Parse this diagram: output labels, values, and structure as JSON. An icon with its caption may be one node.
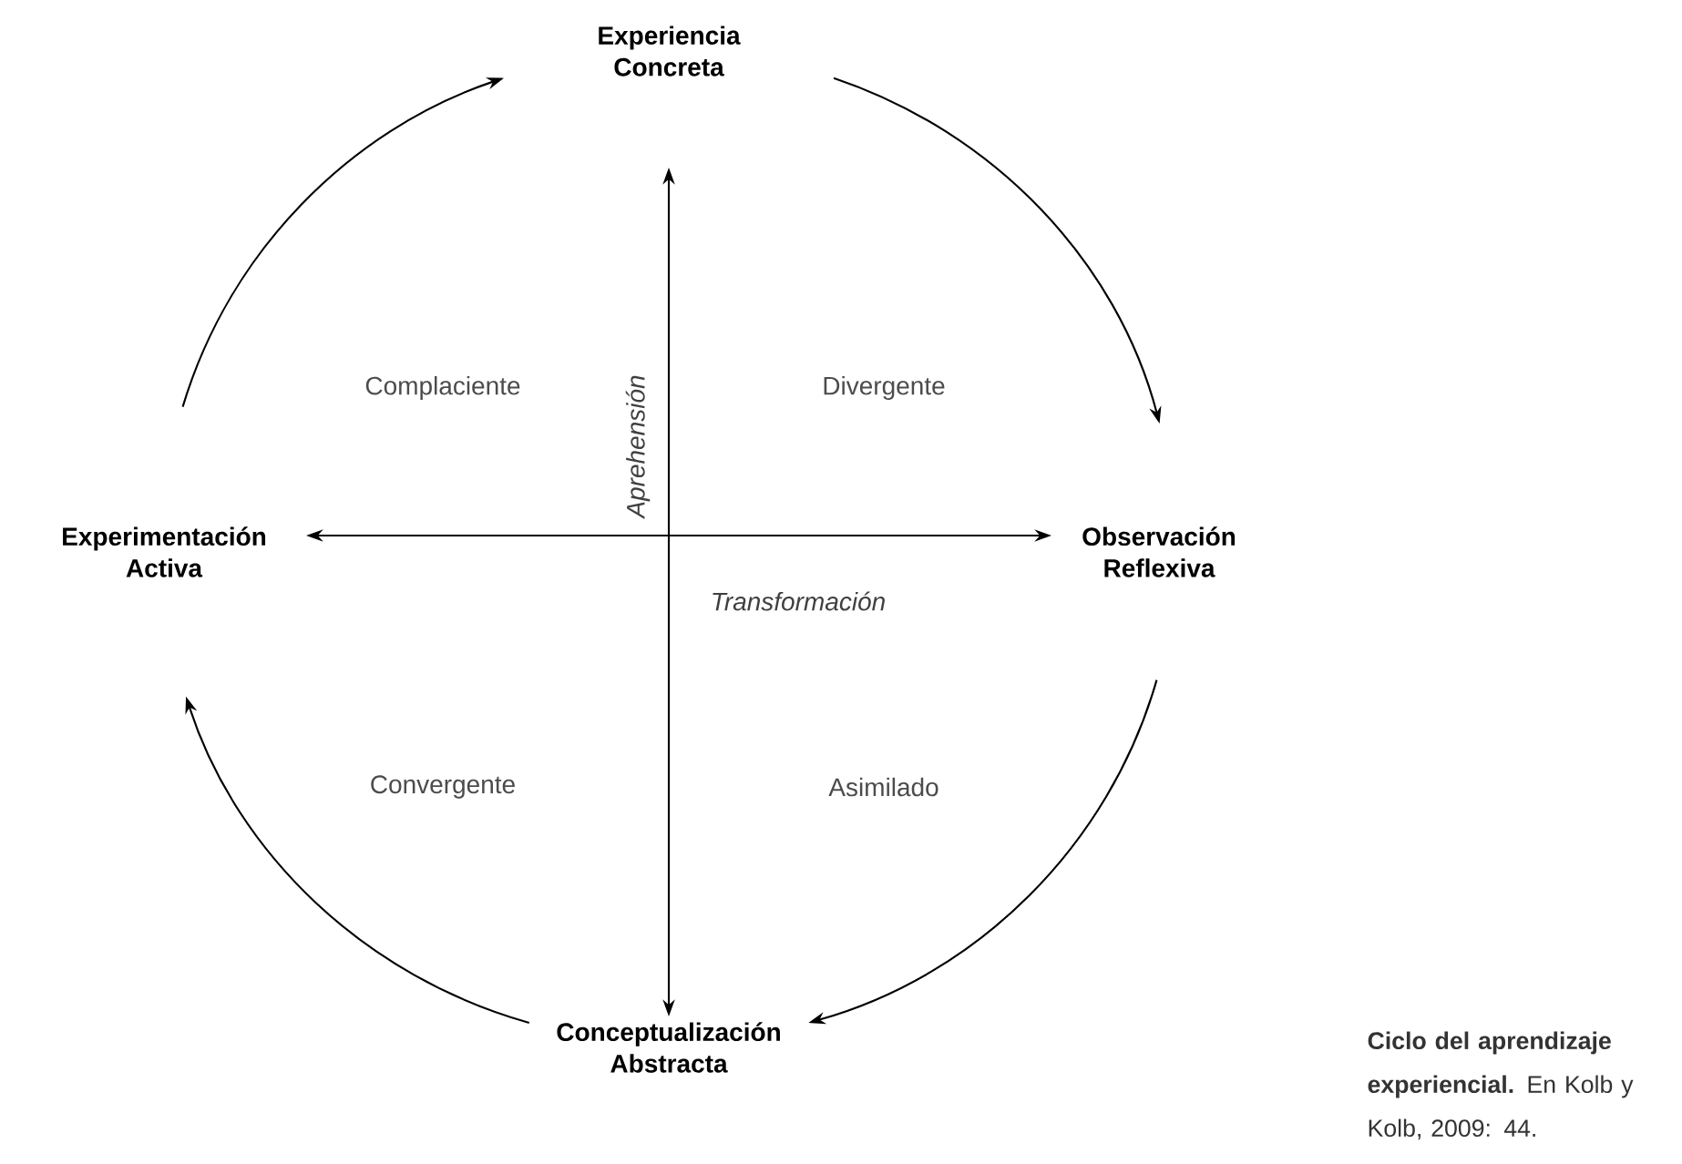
{
  "diagram": {
    "caption": "**Ciclo del aprendizaje experiencial.** En Kolb y Kolb, 2009: 44.",
    "nodes": [
      {
        "text": [
          "Experiencia Concreta"
        ]
      },
      {
        "text": [
          "Observación Reflexiva"
        ]
      },
      {
        "text": [
          "Conceptualización Abstracta"
        ]
      },
      {
        "text": [
          "Experimentación Activa"
        ]
      }
    ],
    "edges": [
      {
        "from": 0,
        "to": 1,
        "arrow": "to"
      },
      {
        "from": 1,
        "to": 2,
        "arrow": "to"
      },
      {
        "from": 2,
        "to": 3,
        "arrow": "to"
      },
      {
        "from": 3,
        "to": 0,
        "arrow": "to"
      },
      {
        "from": 0,
        "to": 2,
        "arrow": "both",
        "label": "Aprehensión"
      },
      {
        "from": 3,
        "to": 1,
        "arrow": "both",
        "label": "Transformación"
      }
    ],
    "labels": [
      "Complaciente",
      "Divergente",
      "Convergente",
      "Asimilado"
    ]
  }
}
